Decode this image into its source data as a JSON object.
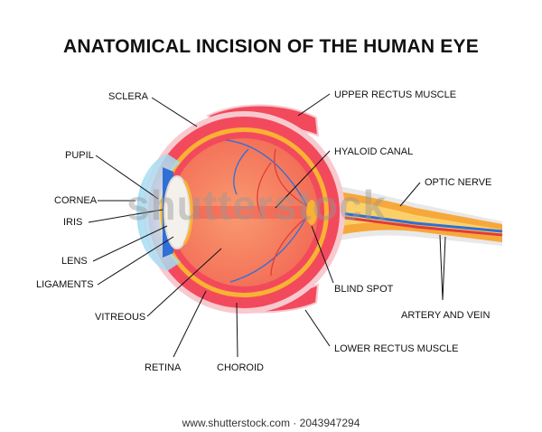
{
  "title": "ANATOMICAL INCISION OF THE HUMAN EYE",
  "labels": {
    "sclera": "SCLERA",
    "pupil": "PUPIL",
    "cornea": "CORNEA",
    "iris": "IRIS",
    "lens": "LENS",
    "ligaments": "LIGAMENTS",
    "vitreous": "VITREOUS",
    "retina": "RETINA",
    "choroid": "CHOROID",
    "upper_rectus": "UPPER RECTUS MUSCLE",
    "hyaloid_canal": "HYALOID CANAL",
    "optic_nerve": "OPTIC NERVE",
    "blind_spot": "BLIND SPOT",
    "artery_vein": "ARTERY AND VEIN",
    "lower_rectus": "LOWER RECTUS MUSCLE"
  },
  "watermark": "shutterstock",
  "footer": "www.shutterstock.com · 2043947294",
  "colors": {
    "sclera": "#f24a5c",
    "vitreous": "#f7785c",
    "retina": "#f9b233",
    "cornea": "#8fd3f0",
    "nerve": "#f7a83a",
    "vein_blue": "#2f6fd6",
    "artery_red": "#e23b3b"
  }
}
